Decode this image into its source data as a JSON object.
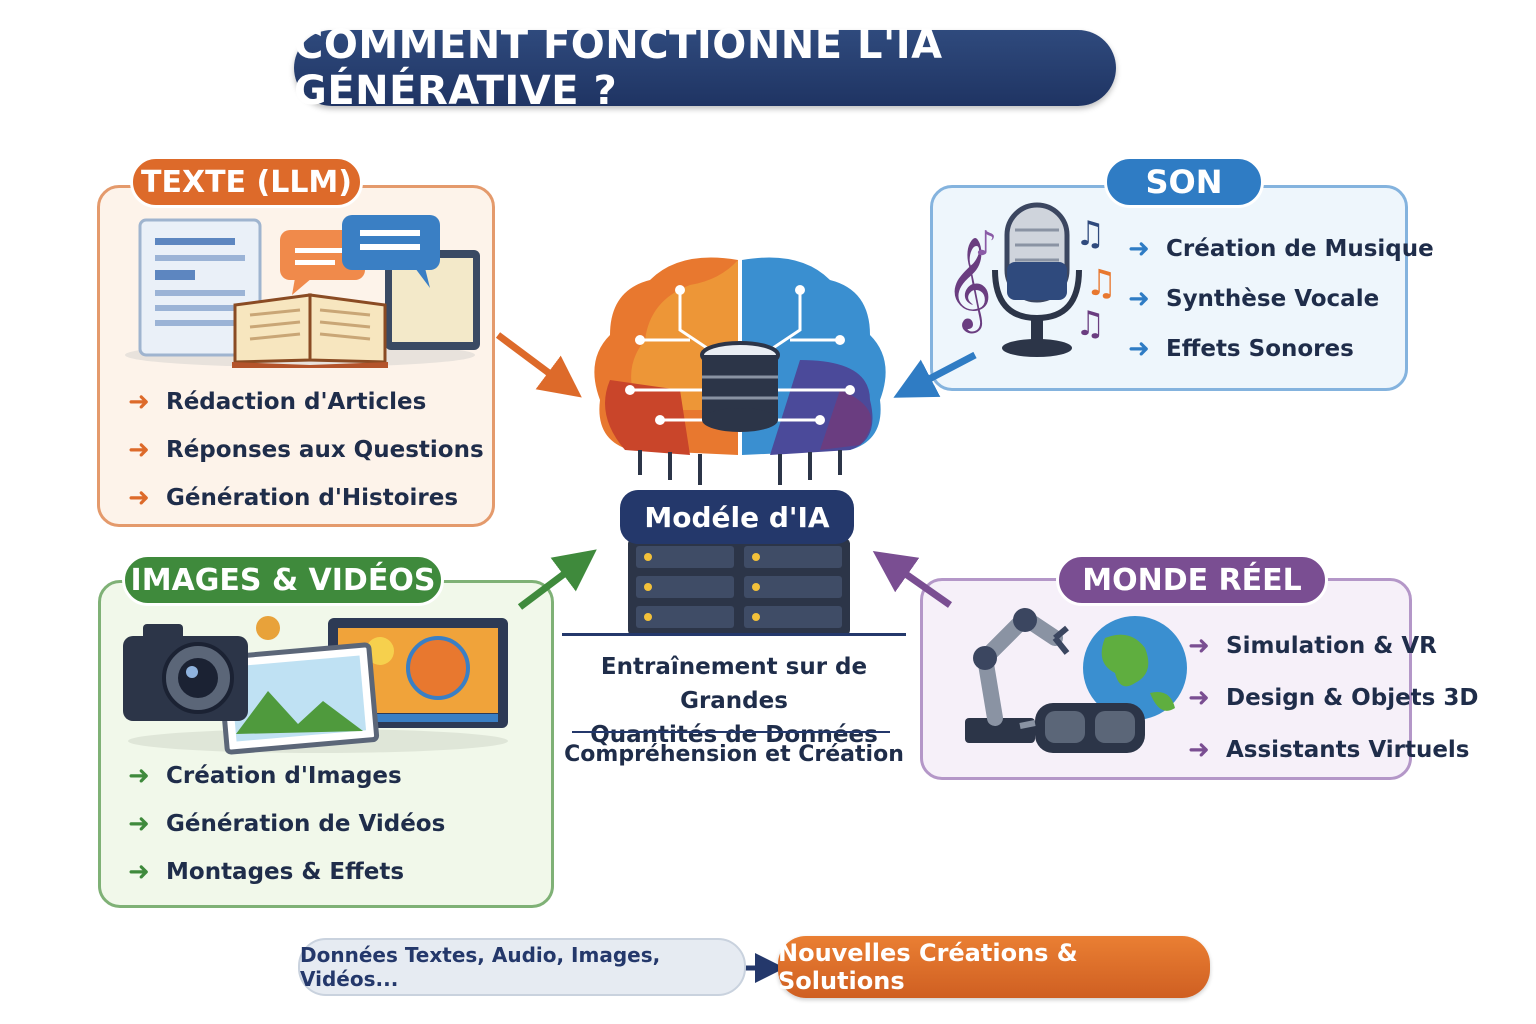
{
  "title": "COMMENT FONCTIONNE L'IA GÉNÉRATIVE ?",
  "colors": {
    "navy": "#24386b",
    "orange": "#dd6a2a",
    "blue": "#2f7cc4",
    "green": "#3f8a3c",
    "purple": "#7a4e92"
  },
  "texte": {
    "label": "TEXTE (LLM)",
    "items": [
      "Rédaction d'Articles",
      "Réponses aux Questions",
      "Génération d'Histoires"
    ]
  },
  "son": {
    "label": "SON",
    "items": [
      "Création de Musique",
      "Synthèse Vocale",
      "Effets Sonores"
    ]
  },
  "images": {
    "label": "IMAGES & VIDÉOS",
    "items": [
      "Création d'Images",
      "Génération de Vidéos",
      "Montages & Effets"
    ]
  },
  "monde": {
    "label": "MONDE RÉEL",
    "items": [
      "Simulation & VR",
      "Design & Objets 3D",
      "Assistants Virtuels"
    ]
  },
  "center": {
    "model_label": "Modéle d'IA",
    "training_line1": "Entraînement sur de Grandes",
    "training_line2": "Quantités de Données",
    "understanding": "Compréhension et Création"
  },
  "bottom": {
    "input": "Données Textes, Audio, Images, Vidéos...",
    "output": "Nouvelles Créations & Solutions"
  },
  "icons": [
    "document-icon",
    "speech-bubble-icon",
    "book-icon",
    "microphone-icon",
    "music-note-icon",
    "brain-icon",
    "database-icon",
    "server-icon",
    "camera-icon",
    "picture-icon",
    "monitor-icon",
    "robot-arm-icon",
    "globe-icon",
    "vr-headset-icon"
  ]
}
